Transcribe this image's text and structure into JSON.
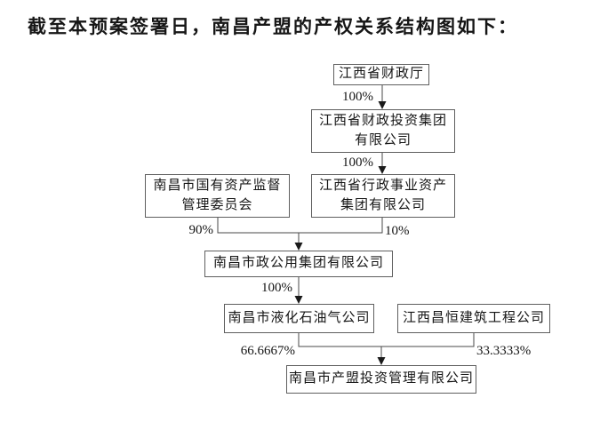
{
  "title": "截至本预案签署日，南昌产盟的产权关系结构图如下：",
  "diagram": {
    "nodes": {
      "jiangxi_finance_dept": {
        "lines": [
          "江西省财政厅"
        ]
      },
      "jiangxi_finance_investment_group": {
        "lines": [
          "江西省财政投资集团",
          "有限公司"
        ]
      },
      "nanchang_sasac": {
        "lines": [
          "南昌市国有资产监督",
          "管理委员会"
        ]
      },
      "jiangxi_admin_assets_group": {
        "lines": [
          "江西省行政事业资产",
          "集团有限公司"
        ]
      },
      "nanchang_municipal_utilities": {
        "lines": [
          "南昌市政公用集团有限公司"
        ]
      },
      "nanchang_lpg_company": {
        "lines": [
          "南昌市液化石油气公司"
        ]
      },
      "jiangxi_changheng_construction": {
        "lines": [
          "江西昌恒建筑工程公司"
        ]
      },
      "nanchang_chanmeng_investment": {
        "lines": [
          "南昌市产盟投资管理有限公司"
        ]
      }
    },
    "edge_labels": {
      "dept_to_group": "100%",
      "group_to_admin_assets": "100%",
      "sasac_to_utilities": "90%",
      "admin_assets_to_utilities": "10%",
      "utilities_to_lpg": "100%",
      "lpg_to_chanmeng": "66.6667%",
      "changheng_to_chanmeng": "33.3333%"
    },
    "colors": {
      "box_border": "#5f5f5f",
      "line": "#4a4a4a",
      "text": "#161616",
      "arrow": "#1a1a1a"
    }
  }
}
